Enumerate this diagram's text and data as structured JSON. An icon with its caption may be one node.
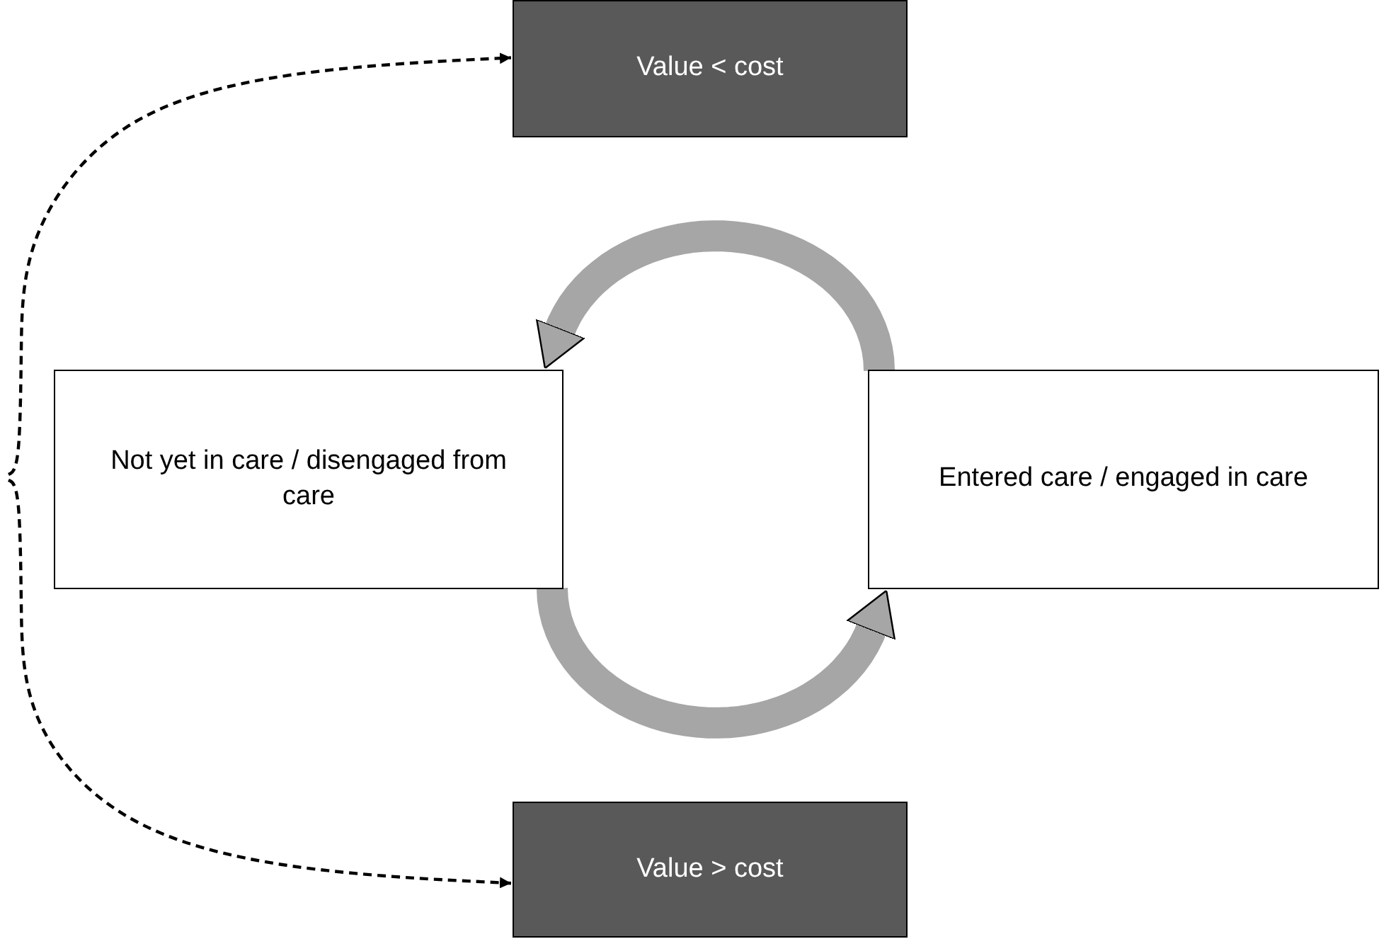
{
  "diagram": {
    "nodes": [
      {
        "text": [
          "Value < cost"
        ]
      },
      {
        "text": [
          "Not yet in care / disengaged from care"
        ]
      },
      {
        "text": [
          "Entered care / engaged in care"
        ]
      },
      {
        "text": [
          "Value > cost"
        ]
      }
    ],
    "edges": [
      {
        "from": 2,
        "to": 1,
        "arrow": "to",
        "style": "thick",
        "color": "#a6a6a6"
      },
      {
        "from": 1,
        "to": 2,
        "arrow": "to",
        "style": "thick",
        "color": "#a6a6a6"
      },
      {
        "from": null,
        "to": 0,
        "arrow": "to",
        "style": "dashed",
        "color": "#000000"
      },
      {
        "from": null,
        "to": 3,
        "arrow": "to",
        "style": "dashed",
        "color": "#000000"
      }
    ]
  }
}
